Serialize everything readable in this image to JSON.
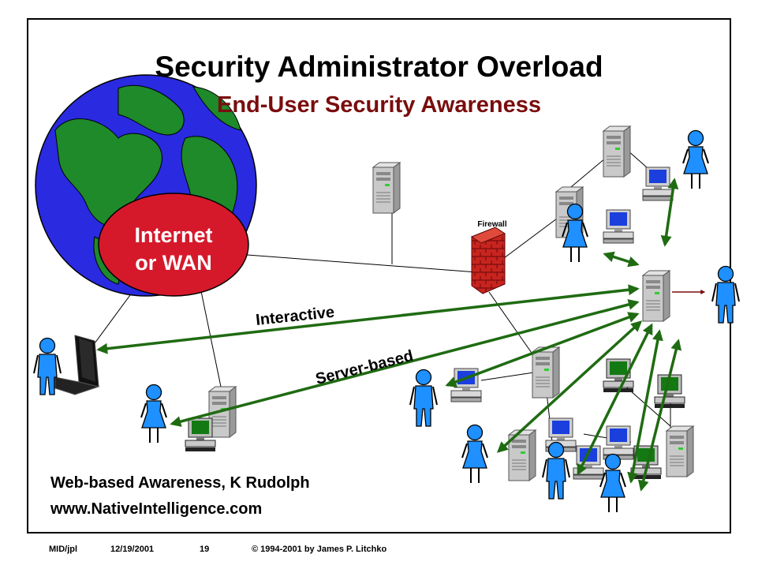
{
  "slide": {
    "title": "Security Administrator Overload",
    "subtitle": "End-User Security Awareness"
  },
  "diagram": {
    "cloud_label_line1": "Internet",
    "cloud_label_line2": "or WAN",
    "firewall_label": "Firewall",
    "arrow_label_interactive": "Interactive",
    "arrow_label_server": "Server-based"
  },
  "credit": {
    "line1": "Web-based Awareness, K Rudolph",
    "line2": "www.NativeIntelligence.com"
  },
  "footer": {
    "id": "MID/jpl",
    "date": "12/19/2001",
    "page": "19",
    "copyright": "© 1994-2001 by James P. Litchko"
  },
  "colors": {
    "ocean": "#2a2ae0",
    "land": "#1f8a2a",
    "cloud": "#d5192b",
    "arrow": "#1f6b12",
    "person": "#1e90ff",
    "firewall": "#c8241f",
    "subtitle": "#7a0d0d"
  }
}
